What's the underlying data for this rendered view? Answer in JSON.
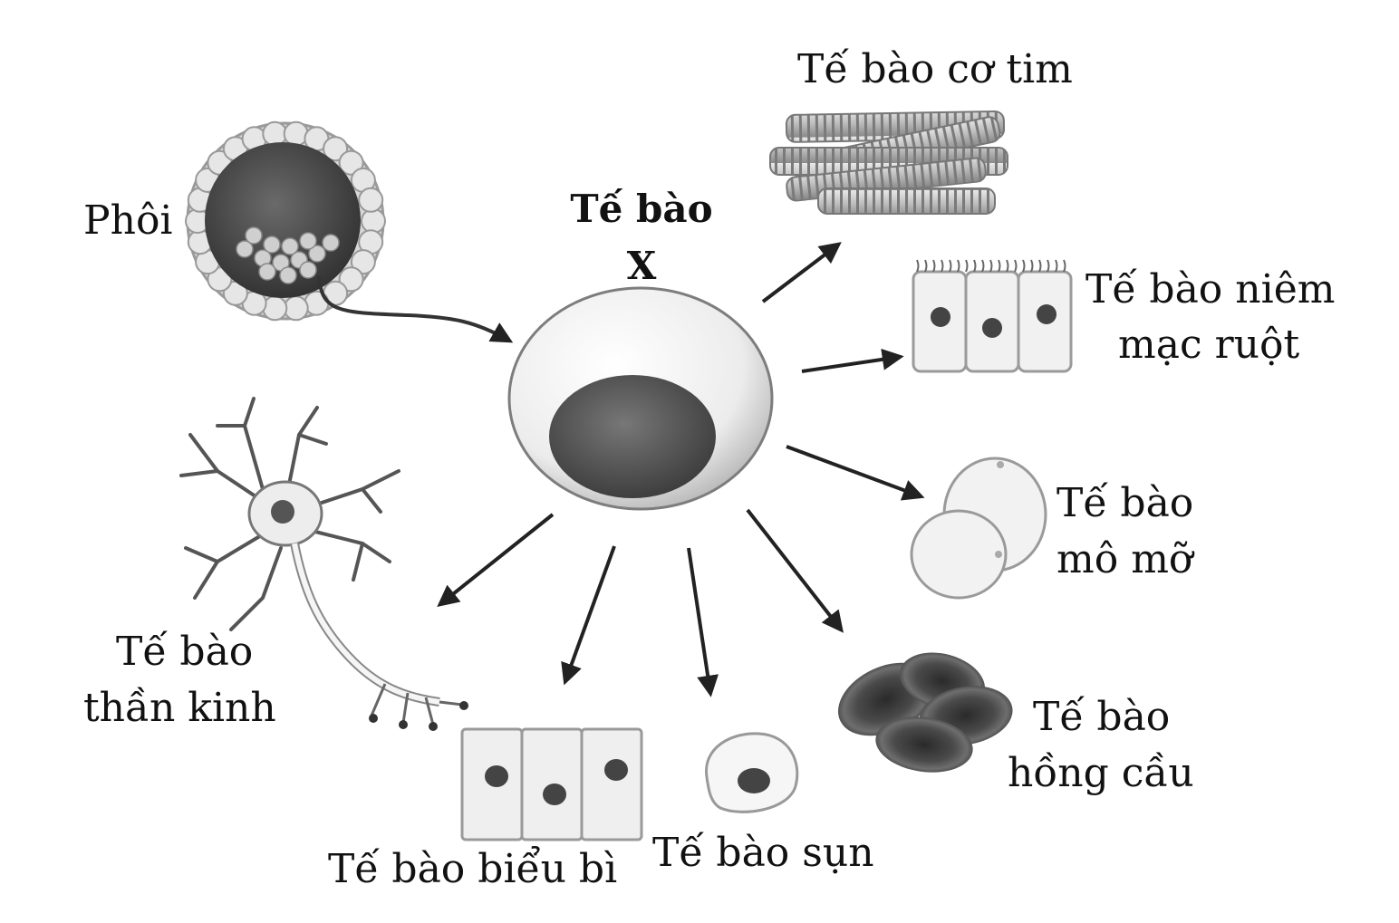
{
  "center": {
    "line1": "Tế bào",
    "line2": "X"
  },
  "embryo": {
    "label": "Phôi"
  },
  "cells": {
    "cardiac": {
      "label": "Tế bào cơ tim"
    },
    "intestinal": {
      "line1": "Tế bào niêm",
      "line2": "mạc ruột"
    },
    "adipose": {
      "line1": "Tế bào",
      "line2": "mô mỡ"
    },
    "red_blood": {
      "line1": "Tế bào",
      "line2": "hồng cầu"
    },
    "cartilage": {
      "label": "Tế bào sụn"
    },
    "epidermal": {
      "label": "Tế bào biểu bì"
    },
    "neuron": {
      "line1": "Tế bào",
      "line2": "thần kinh"
    }
  },
  "colors": {
    "arrow": "#222222",
    "nucleus": "#555555",
    "cell_fill": "#f4f4f4",
    "outline": "#888888"
  }
}
